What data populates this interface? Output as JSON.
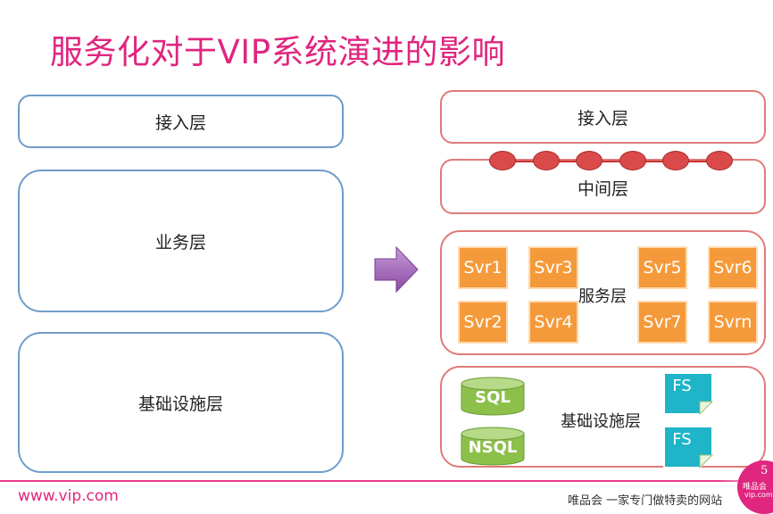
{
  "title": "服务化对于VIP系统演进的影响",
  "left": {
    "access": "接入层",
    "business": "业务层",
    "infra": "基础设施层"
  },
  "right": {
    "access": "接入层",
    "middle": "中间层",
    "service": {
      "label": "服务层",
      "svrs": [
        "Svr1",
        "Svr3",
        "Svr5",
        "Svr6",
        "Svr2",
        "Svr4",
        "Svr7",
        "Svrn"
      ]
    },
    "infra": {
      "label": "基础设施层",
      "dbs": [
        "SQL",
        "NSQL"
      ],
      "files": [
        "FS",
        "FS"
      ]
    }
  },
  "footer": {
    "url": "www.vip.com",
    "slogan": "唯品会 一家专门做特卖的网站",
    "page": "5",
    "badge_logo": "唯品会",
    "badge_url": "vip.com"
  },
  "colors": {
    "title": "#e0267f",
    "left_border": "#6f9cc9",
    "right_border": "#e07a7a",
    "svr": "#f59a3a",
    "db": "#8cc04b",
    "fs": "#1fb4c8",
    "arrow": "#9a5bb0"
  }
}
